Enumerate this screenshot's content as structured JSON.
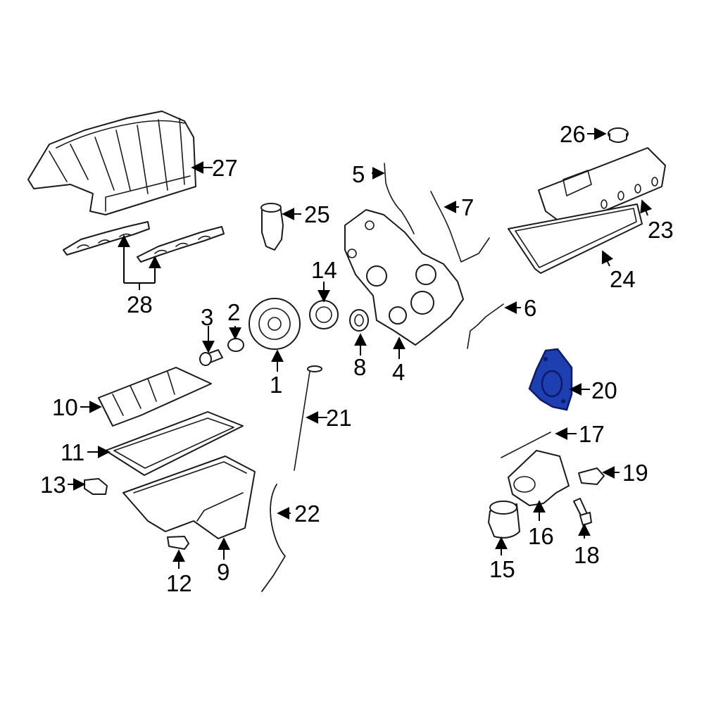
{
  "colors": {
    "line": "#1a1a1a",
    "background": "#ffffff",
    "highlight": "#1e3fb0",
    "highlight_dark": "#0a1a6b"
  },
  "highlighted_part": "20",
  "callouts": [
    {
      "id": "1",
      "label": "1"
    },
    {
      "id": "2",
      "label": "2"
    },
    {
      "id": "3",
      "label": "3"
    },
    {
      "id": "4",
      "label": "4"
    },
    {
      "id": "5",
      "label": "5"
    },
    {
      "id": "6",
      "label": "6"
    },
    {
      "id": "7",
      "label": "7"
    },
    {
      "id": "8",
      "label": "8"
    },
    {
      "id": "9",
      "label": "9"
    },
    {
      "id": "10",
      "label": "10"
    },
    {
      "id": "11",
      "label": "11"
    },
    {
      "id": "12",
      "label": "12"
    },
    {
      "id": "13",
      "label": "13"
    },
    {
      "id": "14",
      "label": "14"
    },
    {
      "id": "15",
      "label": "15"
    },
    {
      "id": "16",
      "label": "16"
    },
    {
      "id": "17",
      "label": "17"
    },
    {
      "id": "18",
      "label": "18"
    },
    {
      "id": "19",
      "label": "19"
    },
    {
      "id": "20",
      "label": "20"
    },
    {
      "id": "21",
      "label": "21"
    },
    {
      "id": "22",
      "label": "22"
    },
    {
      "id": "23",
      "label": "23"
    },
    {
      "id": "24",
      "label": "24"
    },
    {
      "id": "25",
      "label": "25"
    },
    {
      "id": "26",
      "label": "26"
    },
    {
      "id": "27",
      "label": "27"
    },
    {
      "id": "28",
      "label": "28"
    }
  ]
}
